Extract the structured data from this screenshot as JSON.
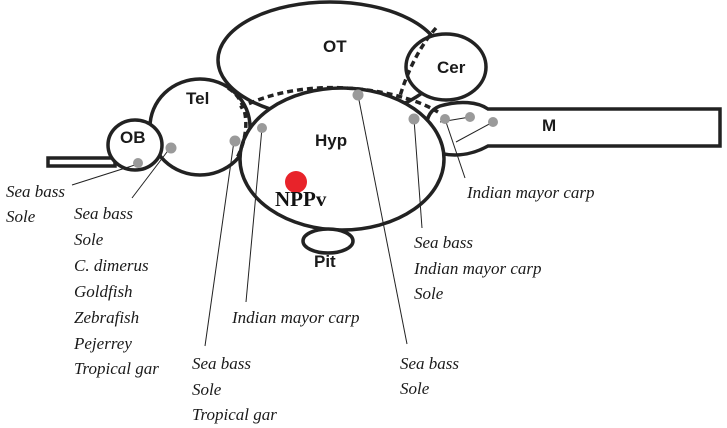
{
  "regions": {
    "ob": "OB",
    "tel": "Tel",
    "ot": "OT",
    "cer": "Cer",
    "hyp": "Hyp",
    "pit": "Pit",
    "m": "M"
  },
  "nucleus": {
    "label": "NPPv",
    "color": "#e8232a"
  },
  "site_color": "#9a9a9a",
  "groups": {
    "ob": [
      "Sea bass",
      "Sole"
    ],
    "tel_left": [
      "Sea bass",
      "Sole",
      "C. dimerus",
      "Goldfish",
      "Zebrafish",
      "Pejerrey",
      "Tropical gar"
    ],
    "tel_caudal": [
      "Sea bass",
      "Sole",
      "Tropical gar"
    ],
    "poa": [
      "Indian mayor carp"
    ],
    "hyp_dorsal": [
      "Sea bass",
      "Sole"
    ],
    "hyp_caudal": [
      "Sea bass",
      "Indian mayor carp",
      "Sole"
    ],
    "medulla": [
      "Indian mayor carp"
    ]
  }
}
